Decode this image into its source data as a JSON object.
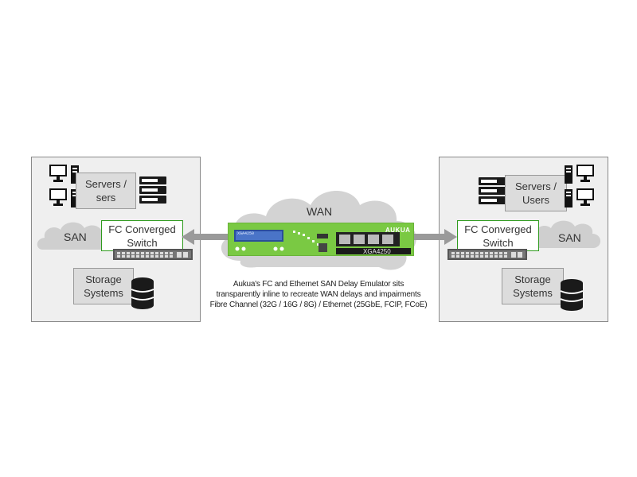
{
  "left_site": {
    "servers_label": [
      "Servers /",
      "sers"
    ],
    "san_label": "SAN",
    "switch_label": [
      "FC Converged",
      "Switch"
    ],
    "storage_label": [
      "Storage",
      "Systems"
    ]
  },
  "right_site": {
    "servers_label": [
      "Servers /",
      "Users"
    ],
    "san_label": "SAN",
    "switch_label": [
      "FC Converged",
      "Switch"
    ],
    "storage_label": [
      "Storage",
      "Systems"
    ]
  },
  "wan": {
    "label": "WAN"
  },
  "emulator": {
    "brand": "AUKUA",
    "model": "XGA4250",
    "screen_text": "XGA4250",
    "body_color": "#7ac943"
  },
  "caption": [
    "Aukua's FC and Ethernet SAN Delay Emulator sits",
    "transparently inline to recreate WAN delays and impairments",
    "Fibre Channel (32G / 16G / 8G) / Ethernet (25GbE, FCIP, FCoE)"
  ],
  "colors": {
    "accent_green": "#2f9b1e",
    "box_gray": "#dcdcdc",
    "cloud_gray": "#cfcfcf"
  }
}
